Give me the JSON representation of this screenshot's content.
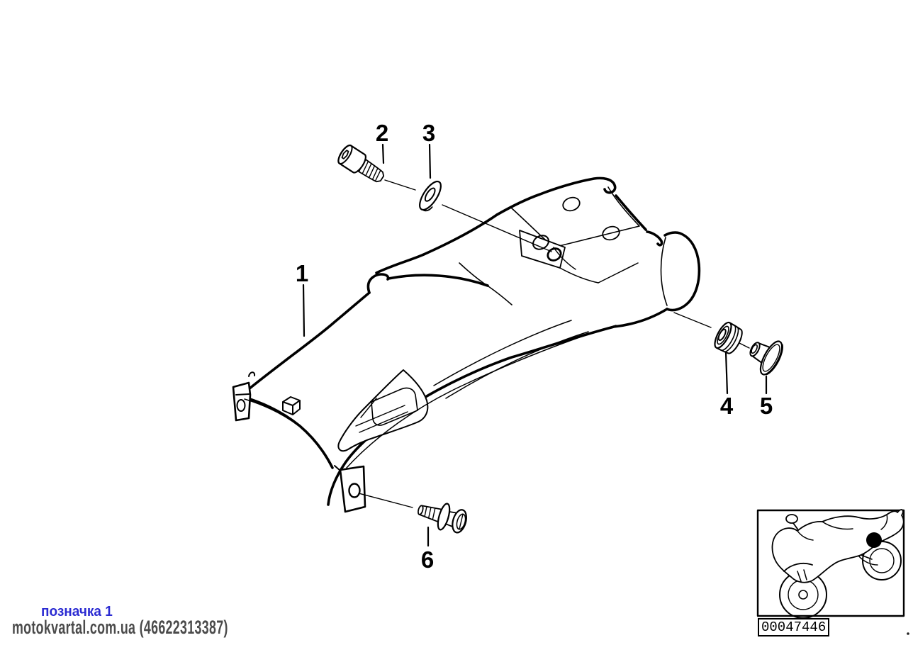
{
  "diagram": {
    "description": "Rear mudguard parts diagram",
    "callouts": [
      {
        "label": "1"
      },
      {
        "label": "2"
      },
      {
        "label": "3"
      },
      {
        "label": "4"
      },
      {
        "label": "5"
      },
      {
        "label": "6"
      }
    ],
    "thumbnail": {
      "code": "00047446",
      "icon": "motorcycle-icon",
      "marker": "filled-circle-rear-fender"
    }
  },
  "footer": {
    "note_text": "позначка 1",
    "watermark_text": "motokvartal.com.ua (46622313387)"
  },
  "colors": {
    "line": "#000000",
    "note_blue": "#2b2bd2",
    "watermark_gray": "#4b4b4b",
    "background": "#ffffff"
  }
}
